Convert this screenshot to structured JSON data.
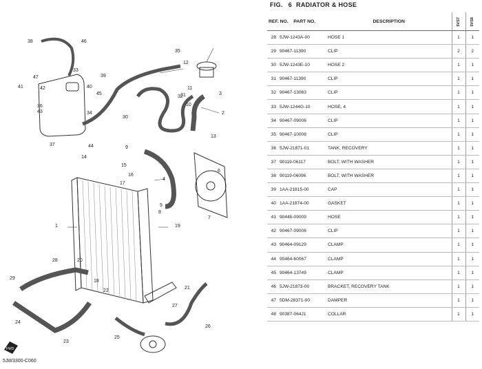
{
  "figure": {
    "label": "FIG.",
    "number": "6",
    "title": "RADIATOR & HOSE"
  },
  "headers": {
    "ref": "REF. NO.",
    "part": "PART NO.",
    "desc": "DESCRIPTION",
    "m1": "5VS7",
    "m2": "5VS8"
  },
  "rows": [
    {
      "ref": "28",
      "part": "5JW-1243A-00",
      "desc": "HOSE 1",
      "q1": "1",
      "q2": "1"
    },
    {
      "ref": "29",
      "part": "90467-11390",
      "desc": "CLIP",
      "q1": "2",
      "q2": "2"
    },
    {
      "ref": "30",
      "part": "5JW-1243E-10",
      "desc": "HOSE 2",
      "q1": "1",
      "q2": "1"
    },
    {
      "ref": "31",
      "part": "90467-11390",
      "desc": "CLIP",
      "q1": "1",
      "q2": "1"
    },
    {
      "ref": "32",
      "part": "90467-13083",
      "desc": "CLIP",
      "q1": "1",
      "q2": "1"
    },
    {
      "ref": "33",
      "part": "5JW-1244G-10",
      "desc": "HOSE, 4",
      "q1": "1",
      "q2": "1"
    },
    {
      "ref": "34",
      "part": "90467-09006",
      "desc": "CLIP",
      "q1": "1",
      "q2": "1"
    },
    {
      "ref": "35",
      "part": "90467-10008",
      "desc": "CLIP",
      "q1": "1",
      "q2": "1"
    },
    {
      "ref": "36",
      "part": "5JW-21871-01",
      "desc": "TANK, RECOVERY",
      "q1": "1",
      "q2": "1"
    },
    {
      "ref": "37",
      "part": "90119-06117",
      "desc": "BOLT, WITH WASHER",
      "q1": "1",
      "q2": "1"
    },
    {
      "ref": "38",
      "part": "90119-06096",
      "desc": "BOLT, WITH WASHER",
      "q1": "1",
      "q2": "1"
    },
    {
      "ref": "39",
      "part": "1AA-21815-00",
      "desc": "CAP",
      "q1": "1",
      "q2": "1"
    },
    {
      "ref": "40",
      "part": "1AA-21874-00",
      "desc": "GASKET",
      "q1": "1",
      "q2": "1"
    },
    {
      "ref": "41",
      "part": "90445-09009",
      "desc": "HOSE",
      "q1": "1",
      "q2": "1"
    },
    {
      "ref": "42",
      "part": "90467-09006",
      "desc": "CLIP",
      "q1": "1",
      "q2": "1"
    },
    {
      "ref": "43",
      "part": "90464-09129",
      "desc": "CLAMP",
      "q1": "1",
      "q2": "1"
    },
    {
      "ref": "44",
      "part": "90464-60067",
      "desc": "CLAMP",
      "q1": "1",
      "q2": "1"
    },
    {
      "ref": "45",
      "part": "90464-13749",
      "desc": "CLAMP",
      "q1": "1",
      "q2": "1"
    },
    {
      "ref": "46",
      "part": "5JW-21873-00",
      "desc": "BRACKET, RECOVERY TANK",
      "q1": "1",
      "q2": "1"
    },
    {
      "ref": "47",
      "part": "5DM-28371-00",
      "desc": "DAMPER",
      "q1": "1",
      "q2": "1"
    },
    {
      "ref": "48",
      "part": "90387-064J1",
      "desc": "COLLAR",
      "q1": "1",
      "q2": "1"
    }
  ],
  "diagram_code": "5JW3300-C060",
  "callouts": [
    "1",
    "2",
    "3",
    "4",
    "5",
    "6",
    "7",
    "8",
    "9",
    "10",
    "11",
    "12",
    "13",
    "14",
    "15",
    "16",
    "17",
    "18",
    "19",
    "20",
    "21",
    "22",
    "23",
    "24",
    "25",
    "26",
    "27",
    "28",
    "29",
    "30",
    "31",
    "32",
    "33",
    "34",
    "35",
    "36",
    "37",
    "38",
    "39",
    "40",
    "41",
    "42",
    "43",
    "44",
    "45",
    "46",
    "47"
  ],
  "fwd_label": "FWD"
}
